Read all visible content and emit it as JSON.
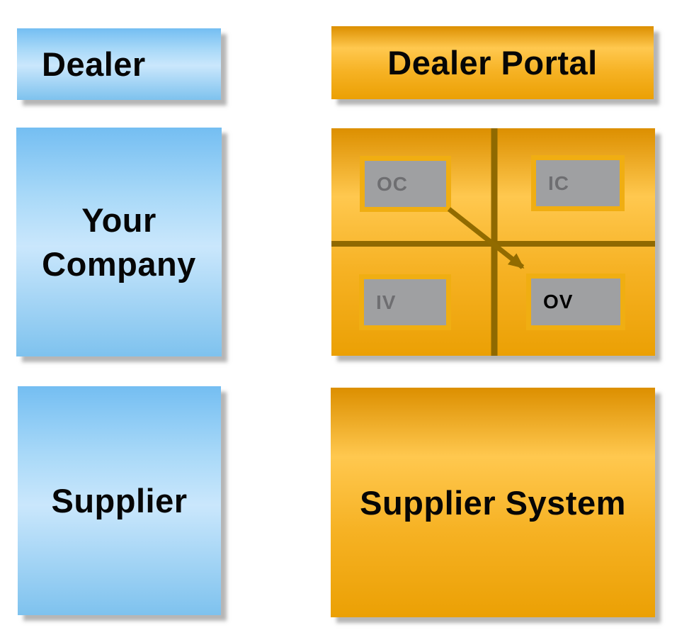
{
  "page": {
    "background": "#ffffff"
  },
  "actors": {
    "dealer": {
      "label": "Dealer"
    },
    "your_company": {
      "label": "Your Company"
    },
    "supplier": {
      "label": "Supplier"
    }
  },
  "systems": {
    "dealer_portal": {
      "label": "Dealer Portal"
    },
    "supplier_system": {
      "label": "Supplier System"
    },
    "portal_detail": {
      "modules": [
        {
          "id": "oc",
          "label": "OC"
        },
        {
          "id": "ic",
          "label": "IC"
        },
        {
          "id": "iv",
          "label": "IV"
        },
        {
          "id": "ov",
          "label": "OV"
        }
      ],
      "arrow": {
        "from": "OC",
        "to": "OV"
      }
    }
  },
  "colors": {
    "blue_box_top": "#74bef2",
    "blue_box_light": "#cae7fc",
    "blue_box_bottom": "#7ec2ee",
    "orange_box_top": "#dc8f00",
    "orange_box_light": "#ffc84f",
    "orange_box_bottom": "#eba004",
    "cross_line": "#8f6900",
    "arrow": "#916b00",
    "module_fill": "#9fa0a2",
    "module_border_gold": "#f0ae12",
    "module_label_gray": "#6e6e71",
    "module_label_black": "#000000",
    "text": "#060606"
  }
}
